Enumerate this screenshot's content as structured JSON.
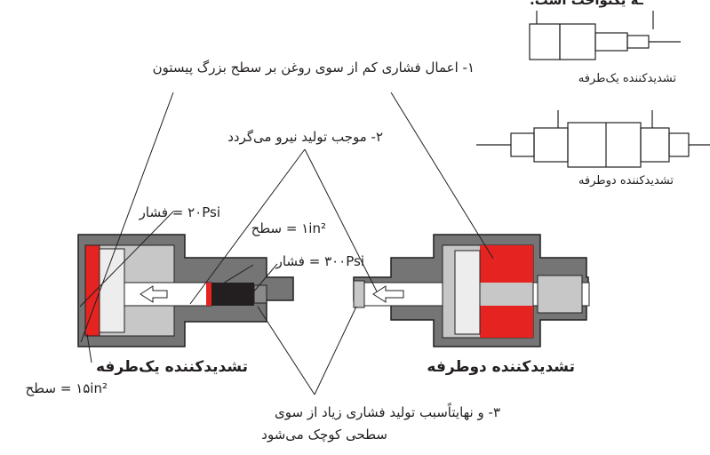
{
  "top_partial_text": "ـه یکنواخت است.",
  "symbols": {
    "single": "تشدیدکننده یک‌طرفه",
    "double": "تشدیدکننده دوطرفه"
  },
  "steps": {
    "one": "۱- اعمال فشاری کم از سوی روغن بر سطح بزرگ پیستون",
    "two": "۲- موجب تولید نیرو می‌گردد",
    "three_line1": "۳- و نهایتاًسبب تولید فشاری زیاد از سوی",
    "three_line2": "سطحی کوچک می‌شود"
  },
  "labels": {
    "pressure_low": "= فشار",
    "pressure_low_value": "۲۰Psi",
    "area_small": "= سطح",
    "area_small_value": "۱in²",
    "pressure_high": "= فشار",
    "pressure_high_value": "۳۰۰Psi",
    "area_large": "= سطح",
    "area_large_value": "۱۵in²"
  },
  "captions": {
    "single": "تشدیدکننده یک‌طرفه",
    "double": "تشدیدکننده دوطرفه"
  },
  "colors": {
    "housing": "#757575",
    "oil": "#e52421",
    "inner": "#ffffff",
    "dark": "#231f20"
  }
}
